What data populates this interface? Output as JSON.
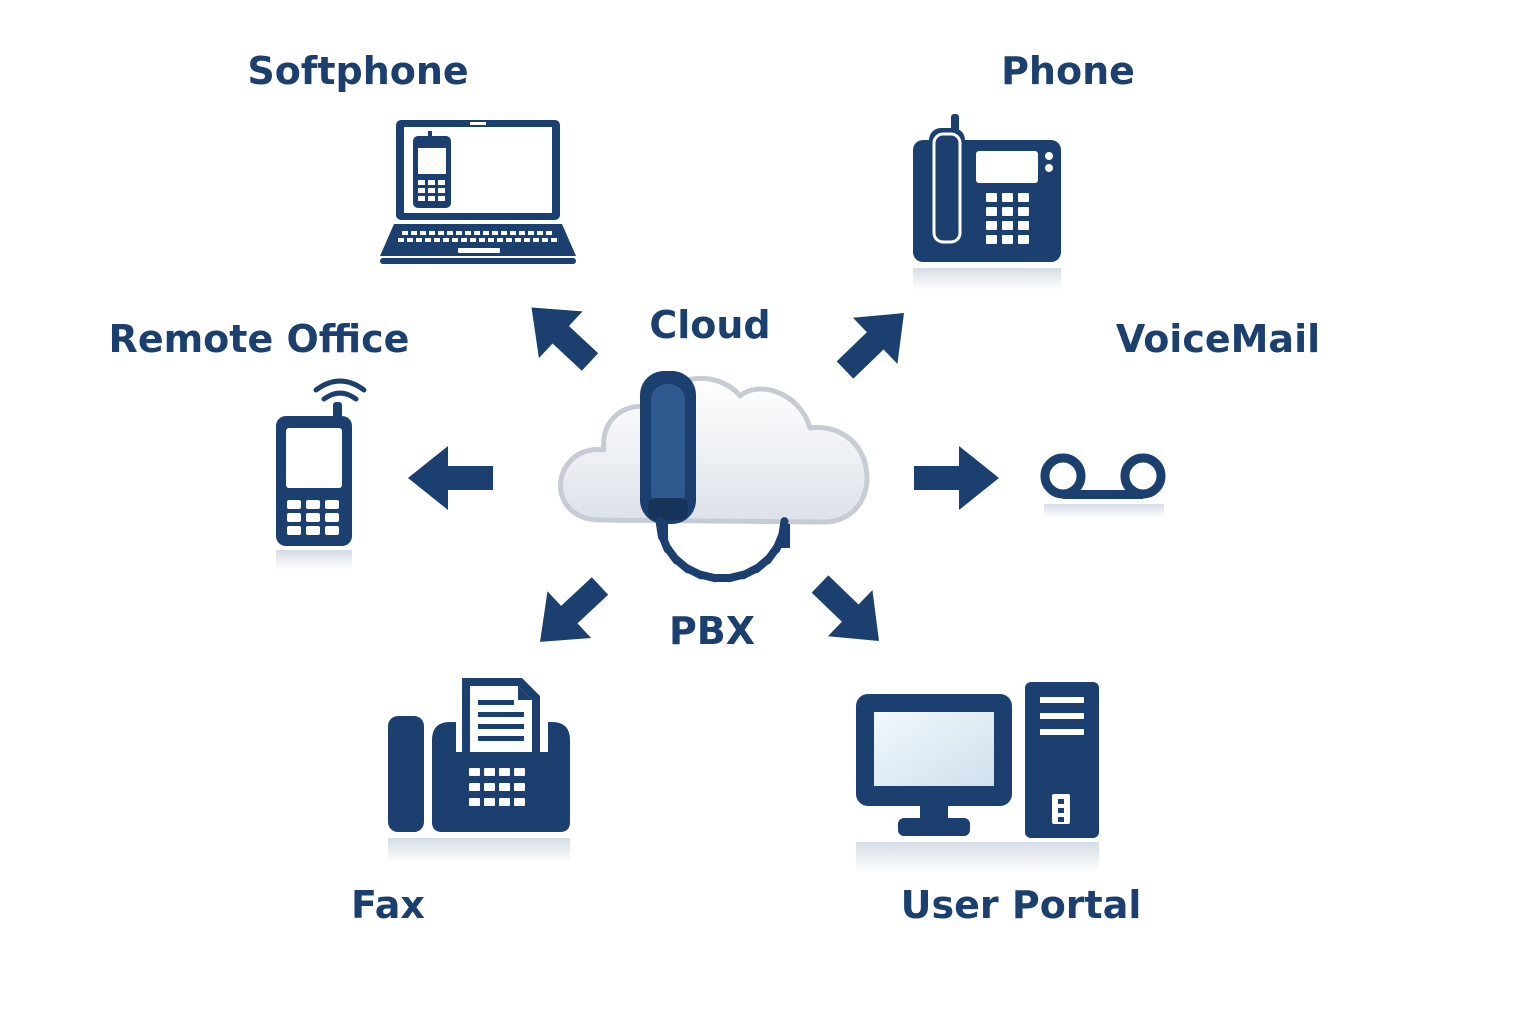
{
  "center": {
    "top_label": "Cloud",
    "bottom_label": "PBX"
  },
  "nodes": {
    "softphone": {
      "label": "Softphone",
      "icon": "laptop-softphone-icon"
    },
    "phone": {
      "label": "Phone",
      "icon": "desk-phone-icon"
    },
    "remote_office": {
      "label": "Remote Office",
      "icon": "mobile-phone-icon"
    },
    "voicemail": {
      "label": "VoiceMail",
      "icon": "voicemail-icon"
    },
    "fax": {
      "label": "Fax",
      "icon": "fax-machine-icon"
    },
    "user_portal": {
      "label": "User Portal",
      "icon": "desktop-computer-icon"
    }
  },
  "colors": {
    "primary": "#1b3f6e",
    "cloud_fill": "#eef1f6",
    "cloud_stroke": "#c7ccd4",
    "screen_light": "#dde9f3"
  }
}
